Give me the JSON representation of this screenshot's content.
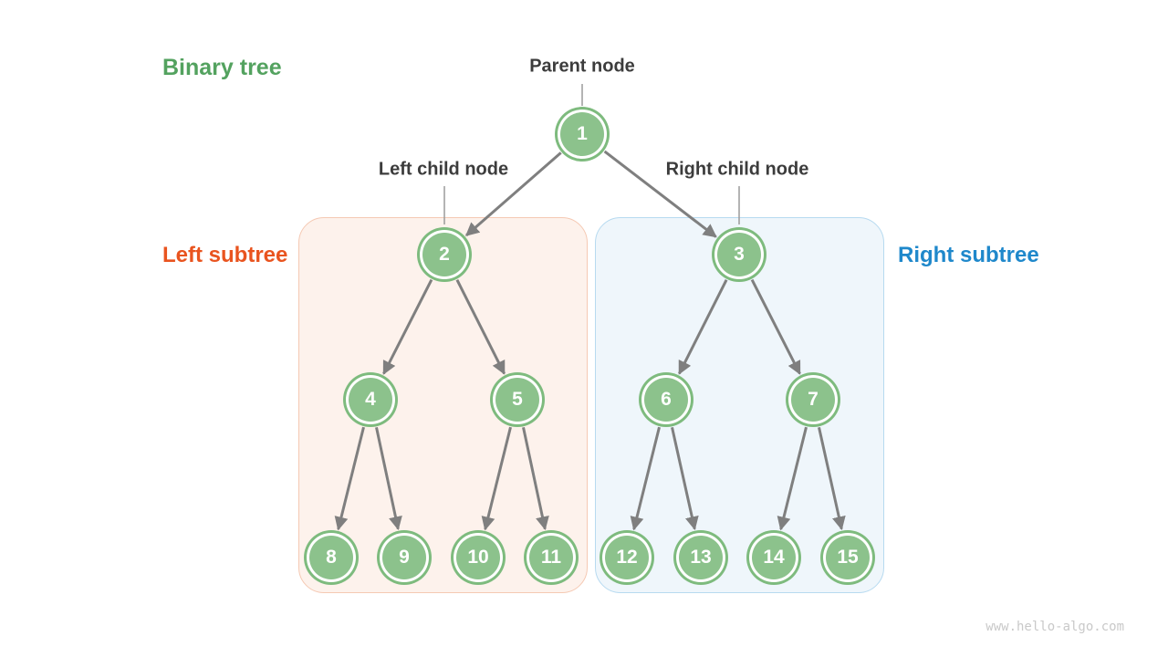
{
  "title": "Binary tree",
  "labels": {
    "parent_node": "Parent node",
    "left_child_node": "Left child node",
    "right_child_node": "Right child node",
    "left_subtree": "Left subtree",
    "right_subtree": "Right subtree"
  },
  "watermark": "www.hello-algo.com",
  "colors": {
    "title_green": "#53A25F",
    "left_subtree_orange": "#E9541F",
    "right_subtree_blue": "#1F88CB",
    "node_fill_green": "#8CC28C",
    "node_ring_green": "#7EBB7E",
    "node_text": "#FFFFFF",
    "edge_gray": "#7F7F7F",
    "pointer_line_gray": "#9A9A9A",
    "label_text_dark": "#3C3C3C",
    "left_box_bg": "#FDF2EC",
    "left_box_border": "#F5C9B3",
    "right_box_bg": "#EFF6FB",
    "right_box_border": "#B7DAF0",
    "watermark_gray": "#C9C9C9"
  },
  "tree": {
    "nodes": [
      {
        "value": "1"
      },
      {
        "value": "2"
      },
      {
        "value": "3"
      },
      {
        "value": "4"
      },
      {
        "value": "5"
      },
      {
        "value": "6"
      },
      {
        "value": "7"
      },
      {
        "value": "8"
      },
      {
        "value": "9"
      },
      {
        "value": "10"
      },
      {
        "value": "11"
      },
      {
        "value": "12"
      },
      {
        "value": "13"
      },
      {
        "value": "14"
      },
      {
        "value": "15"
      }
    ],
    "edges": [
      [
        "1",
        "2"
      ],
      [
        "1",
        "3"
      ],
      [
        "2",
        "4"
      ],
      [
        "2",
        "5"
      ],
      [
        "3",
        "6"
      ],
      [
        "3",
        "7"
      ],
      [
        "4",
        "8"
      ],
      [
        "4",
        "9"
      ],
      [
        "5",
        "10"
      ],
      [
        "5",
        "11"
      ],
      [
        "6",
        "12"
      ],
      [
        "6",
        "13"
      ],
      [
        "7",
        "14"
      ],
      [
        "7",
        "15"
      ]
    ],
    "left_subtree_nodes": [
      "2",
      "4",
      "5",
      "8",
      "9",
      "10",
      "11"
    ],
    "right_subtree_nodes": [
      "3",
      "6",
      "7",
      "12",
      "13",
      "14",
      "15"
    ]
  }
}
